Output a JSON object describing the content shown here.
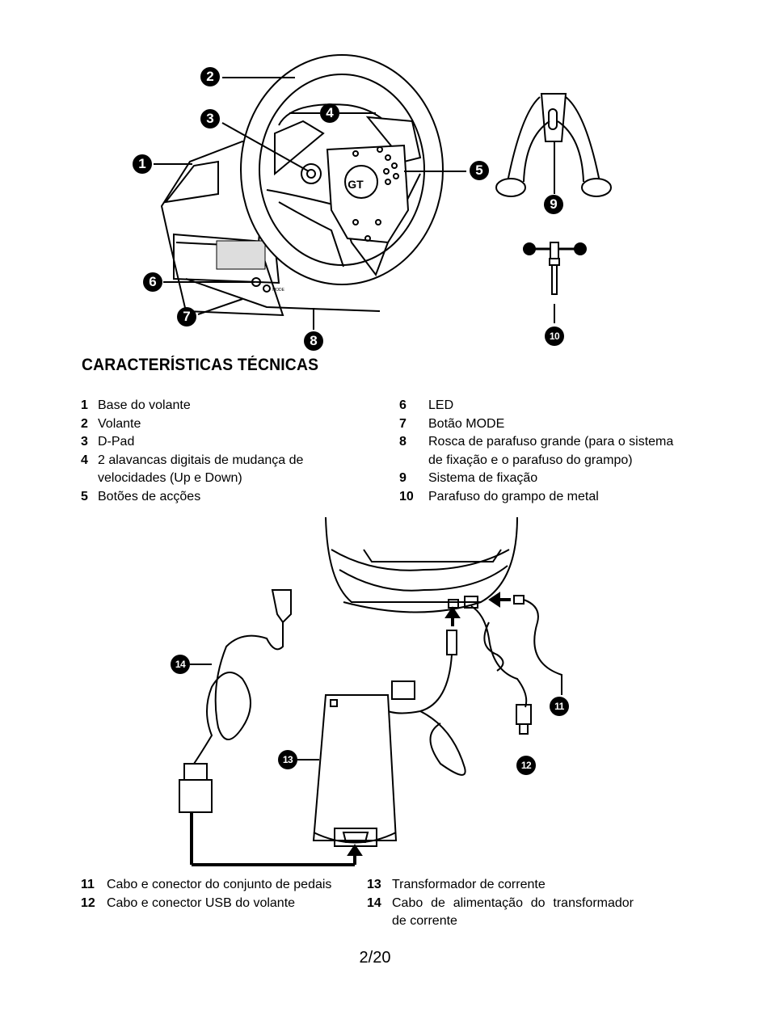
{
  "section_title": "CARACTERÍSTICAS TÉCNICAS",
  "callouts": [
    "1",
    "2",
    "3",
    "4",
    "5",
    "6",
    "7",
    "8",
    "9",
    "10",
    "11",
    "12",
    "13",
    "14"
  ],
  "features_left": [
    {
      "num": "1",
      "text": "Base do volante"
    },
    {
      "num": "2",
      "text": "Volante"
    },
    {
      "num": "3",
      "text": "D-Pad"
    },
    {
      "num": "4",
      "text": "2 alavancas digitais de mudança de velocidades (Up e Down)"
    },
    {
      "num": "5",
      "text": "Botões de acções"
    }
  ],
  "features_right": [
    {
      "num": "6",
      "text": "LED"
    },
    {
      "num": "7",
      "text": "Botão MODE"
    },
    {
      "num": "8",
      "text": "Rosca de parafuso grande (para o sistema de fixação e o parafuso do grampo)"
    },
    {
      "num": "9",
      "text": "Sistema de fixação"
    },
    {
      "num": "10",
      "text": "Parafuso do grampo de metal"
    }
  ],
  "connections_left": [
    {
      "num": "11",
      "text": "Cabo e conector do conjunto de pedais"
    },
    {
      "num": "12",
      "text": "Cabo e conector USB do volante"
    }
  ],
  "connections_right": [
    {
      "num": "13",
      "text": "Transformador de corrente"
    },
    {
      "num": "14",
      "text": "Cabo de alimentação do transformador de corrente"
    }
  ],
  "page_number": "2/20",
  "wheel_logo": "GT",
  "mode_label": "MODE"
}
